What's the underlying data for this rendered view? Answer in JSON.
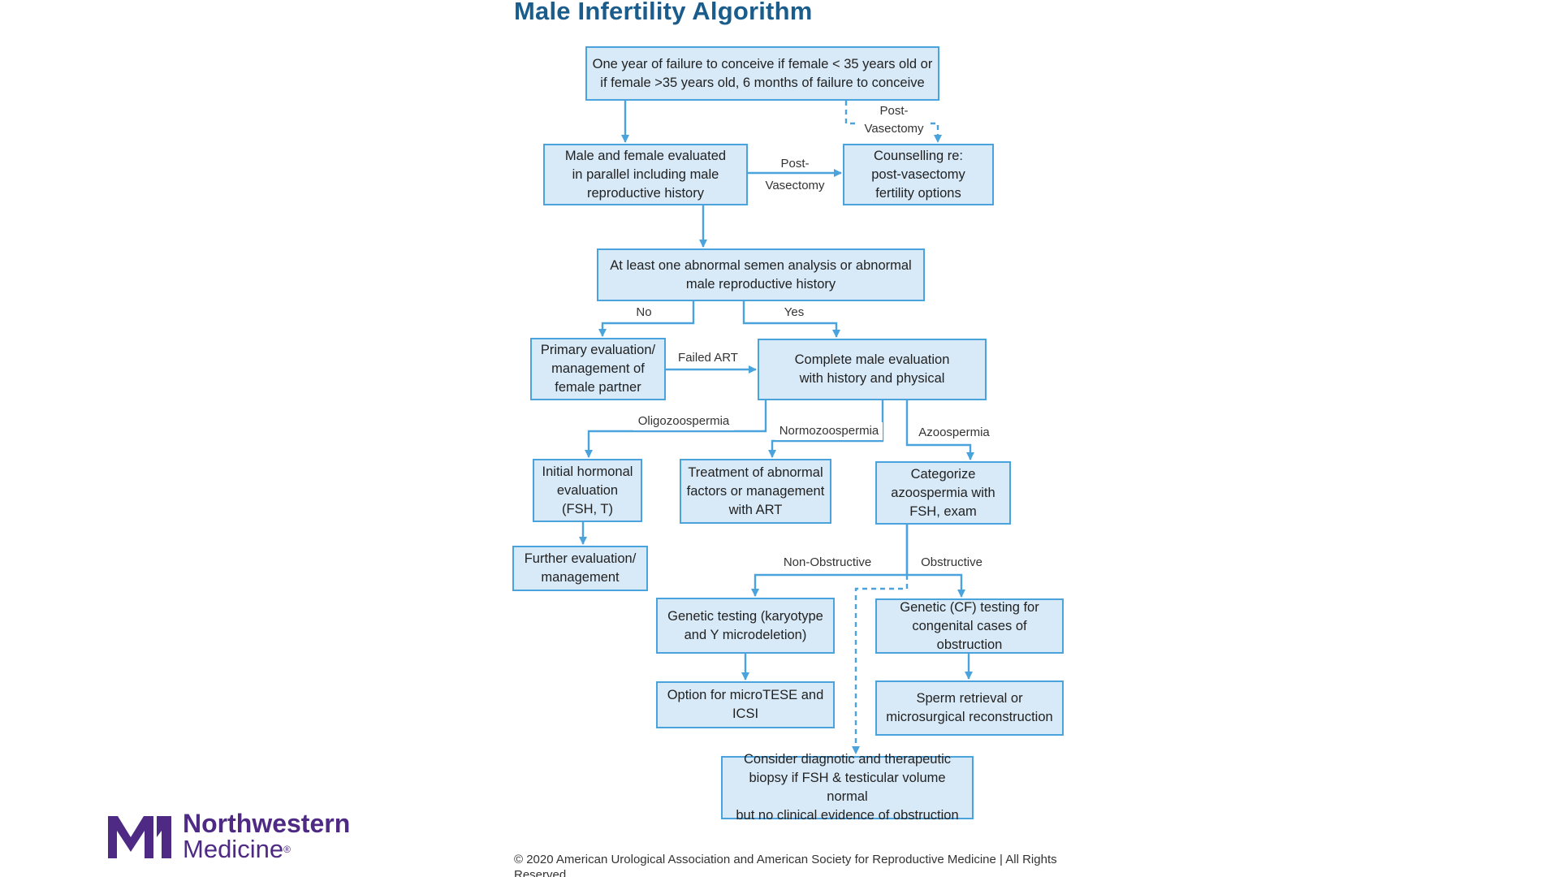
{
  "slide": {
    "title": "Male Infertility Algorithm",
    "copyright": "© 2020 American Urological Association and American Society for Reproductive Medicine | All Rights Reserved."
  },
  "logo": {
    "name_line1": "Northwestern",
    "name_line2": "Medicine",
    "registered": "®",
    "brand_color": "#4E2A84"
  },
  "colors": {
    "box_fill": "#D8EAF8",
    "box_border": "#4AA3DD",
    "arrow": "#4AA3DD",
    "title": "#1A5D8C"
  },
  "diagram": {
    "nodes": {
      "start": "One year of failure to conceive if female < 35 years old or\nif female >35 years old, 6 months of failure to conceive",
      "evaluated": "Male and female evaluated\nin parallel including male\nreproductive history",
      "counselling": "Counselling re:\npost-vasectomy\nfertility options",
      "abnormal": "At least one abnormal semen analysis or abnormal\nmale reproductive history",
      "primary": "Primary evaluation/\nmanagement of\nfemale partner",
      "complete": "Complete male evaluation\nwith history and physical",
      "hormonal": "Initial hormonal\nevaluation\n(FSH, T)",
      "treatment": "Treatment of abnormal\nfactors or management\nwith ART",
      "categorize": "Categorize\nazoospermia with\nFSH, exam",
      "further": "Further evaluation/\nmanagement",
      "genetic_ky": "Genetic testing (karyotype\nand Y microdeletion)",
      "genetic_cf": "Genetic (CF) testing for\ncongenital cases of obstruction",
      "microtese": "Option for microTESE and\nICSI",
      "sperm": "Sperm retrieval or\nmicrosurgical reconstruction",
      "biopsy": "Consider diagnotic and therapeutic\nbiopsy if FSH & testicular volume normal\nbut no clinical evidence of obstruction"
    },
    "edge_labels": {
      "post_vasectomy_top": "Post-\nVasectomy",
      "post_vasectomy_side": "Post-\nVasectomy",
      "no": "No",
      "yes": "Yes",
      "failed_art": "Failed ART",
      "oligozoospermia": "Oligozoospermia",
      "normozoospermia": "Normozoospermia",
      "azoospermia": "Azoospermia",
      "non_obstructive": "Non-Obstructive",
      "obstructive": "Obstructive"
    }
  }
}
